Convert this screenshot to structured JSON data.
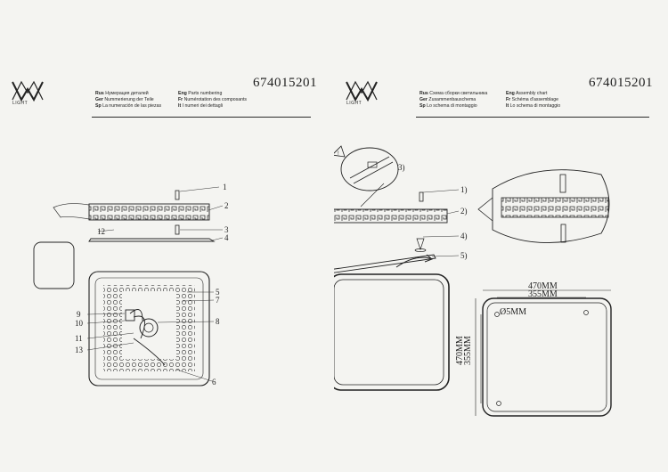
{
  "logo": {
    "text": "LIGHT",
    "icon": "wm-logo-icon"
  },
  "left": {
    "code": "674015201",
    "titles": {
      "rus": {
        "lang": "Rus",
        "text": "Нумерация деталей"
      },
      "ger": {
        "lang": "Ger",
        "text": "Nummerierung der Teile"
      },
      "sp": {
        "lang": "Sp",
        "text": "La numeración de las piezas"
      },
      "eng": {
        "lang": "Eng",
        "text": "Parts numbering"
      },
      "fr": {
        "lang": "Fr",
        "text": "Numérotation des composants"
      },
      "it": {
        "lang": "It",
        "text": "I numeri dei dettagli"
      }
    },
    "parts": [
      "1",
      "2",
      "3",
      "4",
      "5",
      "6",
      "7",
      "8",
      "9",
      "10",
      "11",
      "12",
      "13"
    ]
  },
  "right": {
    "code": "674015201",
    "titles": {
      "rus": {
        "lang": "Rus",
        "text": "Схема сборки светильника"
      },
      "ger": {
        "lang": "Ger",
        "text": "Zusammenbauschema"
      },
      "sp": {
        "lang": "Sp",
        "text": "Lo schema di montaggio"
      },
      "eng": {
        "lang": "Eng",
        "text": "Assembly chart"
      },
      "fr": {
        "lang": "Fr",
        "text": "Schéma d'assemblage"
      },
      "it": {
        "lang": "It",
        "text": "Lo schema di montaggio"
      }
    },
    "steps": [
      "1)",
      "2)",
      "3)",
      "4)",
      "5)"
    ],
    "dims": {
      "outer_w": "470MM",
      "inner_w": "355MM",
      "outer_h": "470MM",
      "inner_h": "355MM",
      "hole": "Ø5MM"
    }
  }
}
